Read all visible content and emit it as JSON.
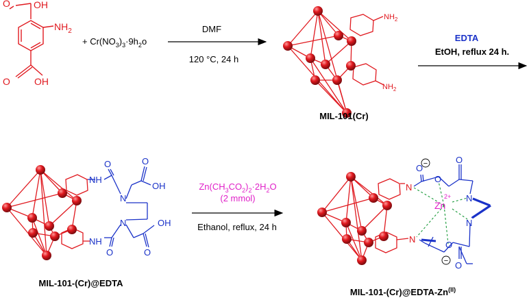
{
  "reactant": {
    "atoms": {
      "o": "O",
      "oh": "OH",
      "nh2": "NH",
      "nh2_sub": "2"
    },
    "reagent_plus": "+ Cr(NO",
    "reagent_sub1": "3",
    "reagent_mid": ")",
    "reagent_sub2": "3",
    "reagent_tail": "·9h",
    "reagent_sub3": "2",
    "reagent_end": "o"
  },
  "step1": {
    "above": "DMF",
    "below": "120 °C, 24 h"
  },
  "product1": {
    "name": "MIL-101(Cr)",
    "nh2": "NH",
    "nh2_sub": "2"
  },
  "step2": {
    "above": "EDTA",
    "below": "EtOH,  reflux 24 h."
  },
  "product2": {
    "name": "MIL-101-(Cr)@EDTA",
    "atoms": {
      "nh": "NH",
      "o": "O",
      "oh": "OH",
      "n": "N"
    }
  },
  "step3": {
    "above_pre": "Zn(CH",
    "above_s1": "3",
    "above_mid": "CO",
    "above_s2": "2",
    "above_mid2": ")",
    "above_s3": "2",
    "above_post": "·2H",
    "above_s4": "2",
    "above_end": "O",
    "above_line2": "(2 mmol)",
    "below": "Ethanol, reflux, 24 h"
  },
  "product3": {
    "name": "MIL-101-(Cr)@EDTA-Zn",
    "name_sup": "(II)",
    "atoms": {
      "zn": "Zn",
      "charge": "2+",
      "n": "N",
      "o": "O",
      "minus": "−"
    }
  },
  "colors": {
    "red": "#e0191f",
    "blue": "#1a32c8",
    "magenta": "#e020c8",
    "black": "#000000",
    "green": "#1a9a3a",
    "sphere": "#c8151b"
  }
}
